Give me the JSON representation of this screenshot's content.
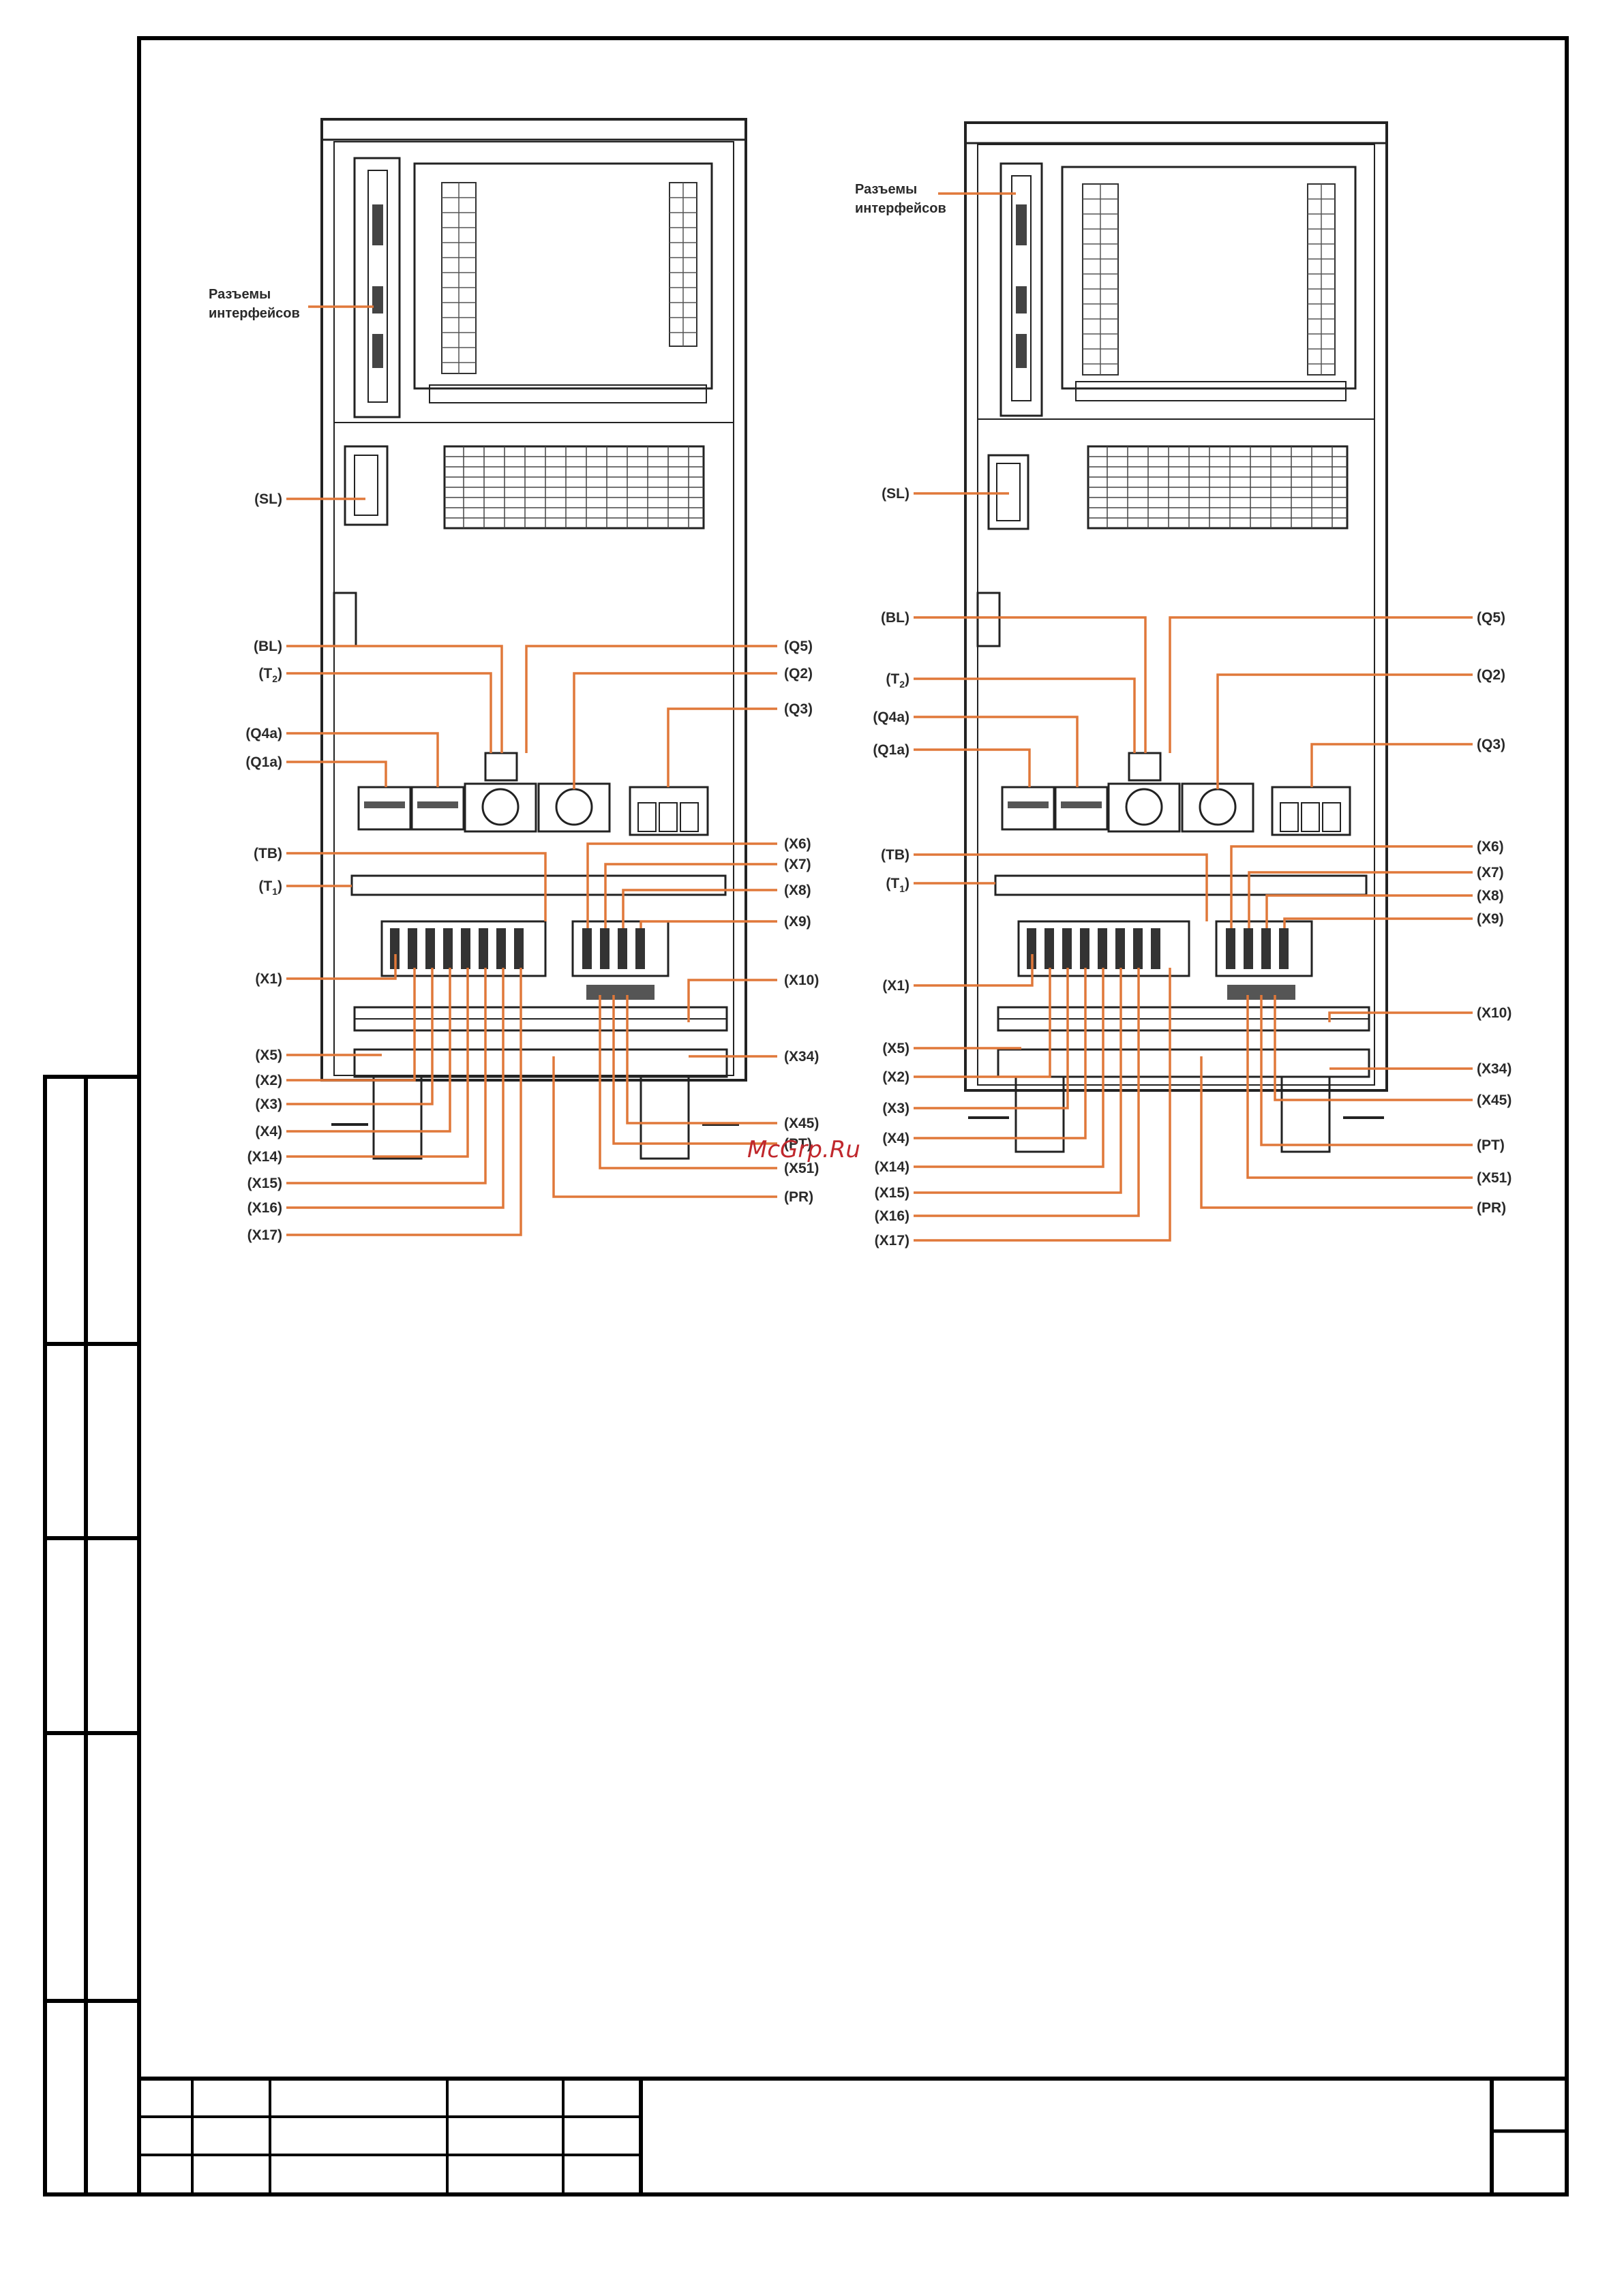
{
  "watermark": {
    "text": "McGrp.Ru",
    "color": "#c0282d"
  },
  "colors": {
    "leader": "#e0783a",
    "ink": "#222222",
    "frame": "#000000"
  },
  "left_cabinet": {
    "interface_label_1": "Разъемы",
    "interface_label_2": "интерфейсов",
    "labels": {
      "SL": "(SL)",
      "BL": "(BL)",
      "T2": "(T",
      "T2sub": "2",
      "Q4a": "(Q4a)",
      "Q1a": "(Q1a)",
      "TB": "(TB)",
      "T1": "(T",
      "T1sub": "1",
      "X1": "(X1)",
      "X5": "(X5)",
      "X2": "(X2)",
      "X3": "(X3)",
      "X4": "(X4)",
      "X14": "(X14)",
      "X15": "(X15)",
      "X16": "(X16)",
      "X17": "(X17)",
      "Q5": "(Q5)",
      "Q2": "(Q2)",
      "Q3": "(Q3)",
      "X6": "(X6)",
      "X7": "(X7)",
      "X8": "(X8)",
      "X9": "(X9)",
      "X10": "(X10)",
      "X34": "(X34)",
      "X45": "(X45)",
      "PT": "(PT)",
      "X51": "(X51)",
      "PR": "(PR)"
    }
  },
  "right_cabinet": {
    "interface_label_1": "Разъемы",
    "interface_label_2": "интерфейсов",
    "labels": {
      "SL": "(SL)",
      "BL": "(BL)",
      "T2": "(T",
      "T2sub": "2",
      "Q4a": "(Q4a)",
      "Q1a": "(Q1a)",
      "TB": "(TB)",
      "T1": "(T",
      "T1sub": "1",
      "X1": "(X1)",
      "X5": "(X5)",
      "X2": "(X2)",
      "X3": "(X3)",
      "X4": "(X4)",
      "X14": "(X14)",
      "X15": "(X15)",
      "X16": "(X16)",
      "X17": "(X17)",
      "Q5": "(Q5)",
      "Q2": "(Q2)",
      "Q3": "(Q3)",
      "X6": "(X6)",
      "X7": "(X7)",
      "X8": "(X8)",
      "X9": "(X9)",
      "X10": "(X10)",
      "X34": "(X34)",
      "X45": "(X45)",
      "PT": "(PT)",
      "X51": "(X51)",
      "PR": "(PR)"
    }
  }
}
